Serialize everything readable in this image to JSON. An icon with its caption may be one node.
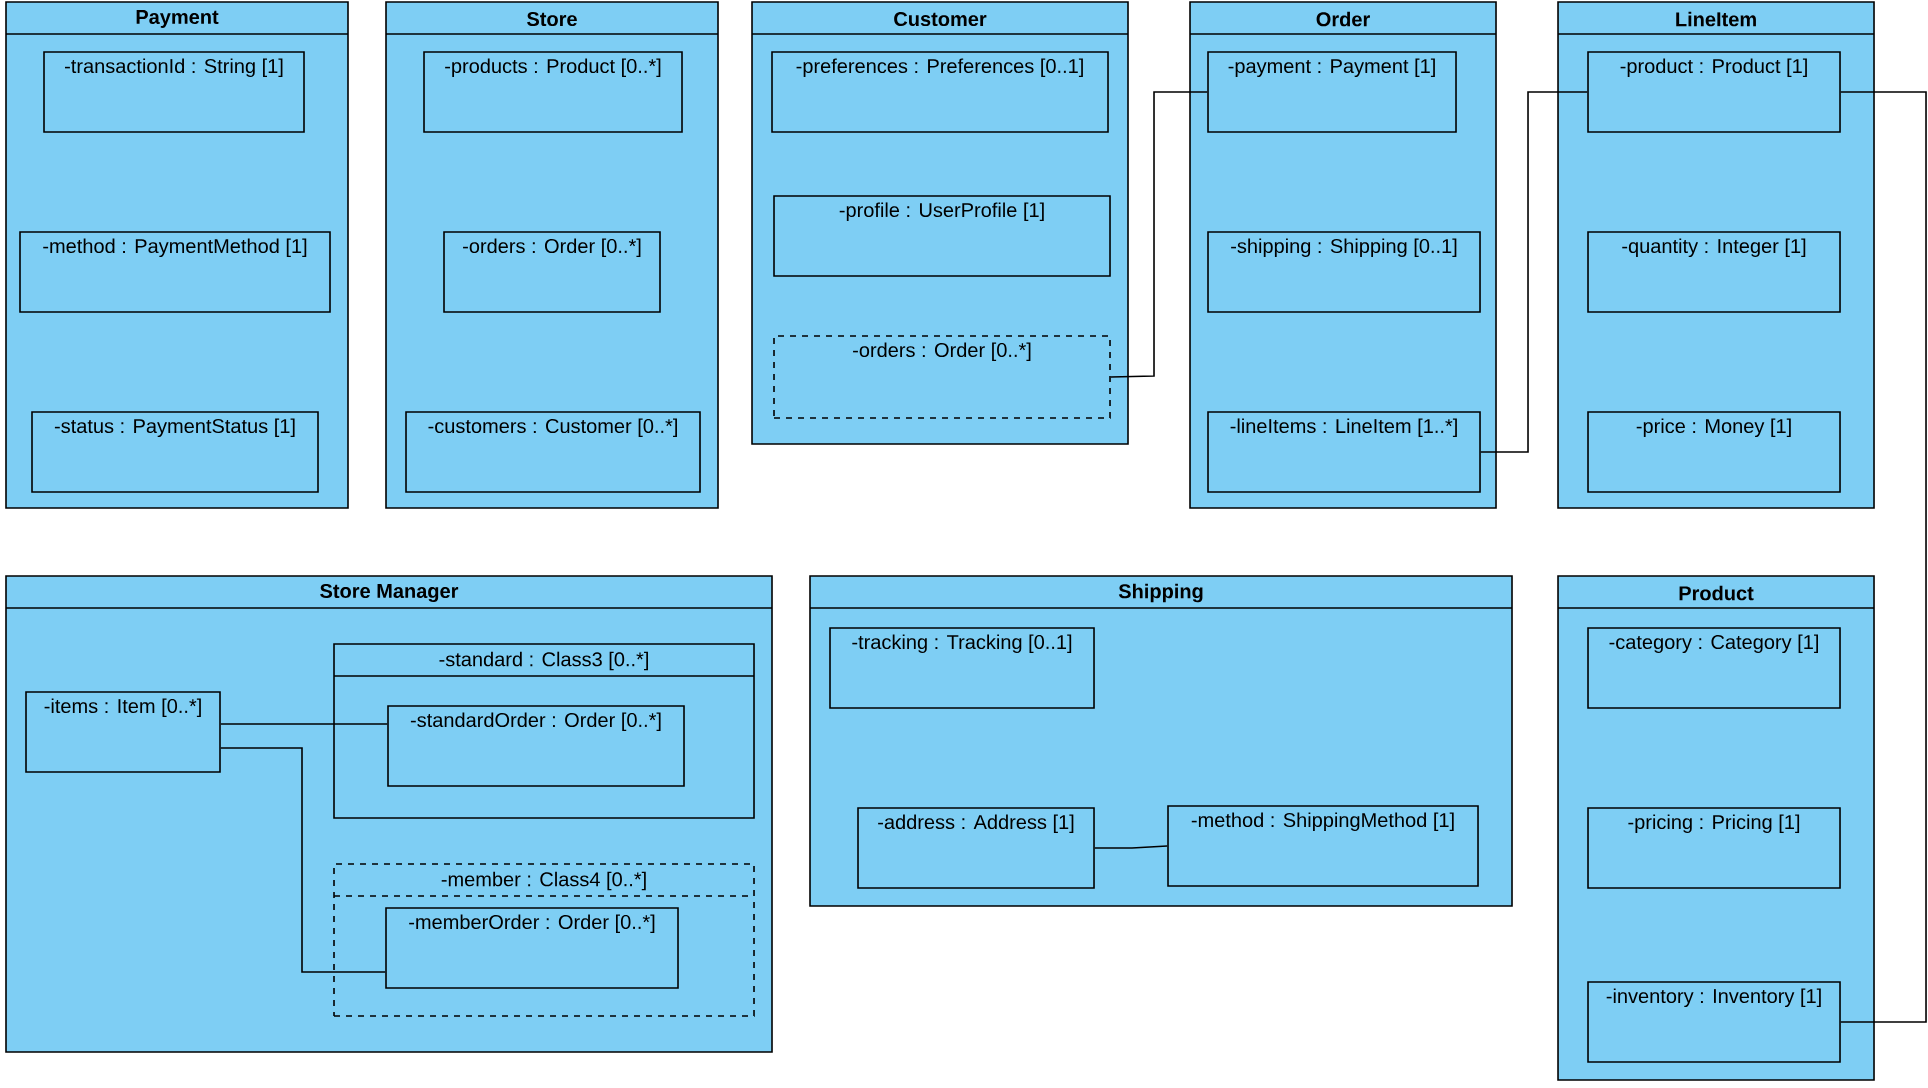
{
  "diagram": {
    "nodes": [
      {
        "text": [
          "Payment"
        ]
      },
      {
        "text": [
          "-transactionId : String [1]"
        ],
        "in": 0
      },
      {
        "text": [
          "-method : PaymentMethod [1]"
        ],
        "in": 0
      },
      {
        "text": [
          "-status : PaymentStatus [1]"
        ],
        "in": 0
      },
      {
        "text": [
          "Store"
        ]
      },
      {
        "text": [
          "-products : Product [0..*]"
        ],
        "in": 4
      },
      {
        "text": [
          "-orders : Order [0..*]"
        ],
        "in": 4
      },
      {
        "text": [
          "-customers : Customer [0..*]"
        ],
        "in": 4
      },
      {
        "text": [
          "Customer"
        ]
      },
      {
        "text": [
          "-preferences : Preferences [0..1]"
        ],
        "in": 8
      },
      {
        "text": [
          "-profile : UserProfile [1]"
        ],
        "in": 8
      },
      {
        "text": [
          "-orders : Order [0..*]"
        ],
        "in": 8
      },
      {
        "text": [
          "Order"
        ]
      },
      {
        "text": [
          "-payment : Payment [1]"
        ],
        "in": 12
      },
      {
        "text": [
          "-shipping : Shipping [0..1]"
        ],
        "in": 12
      },
      {
        "text": [
          "-lineItems : LineItem [1..*]"
        ],
        "in": 12
      },
      {
        "text": [
          "LineItem"
        ]
      },
      {
        "text": [
          "-product : Product [1]"
        ],
        "in": 16
      },
      {
        "text": [
          "-quantity : Integer [1]"
        ],
        "in": 16
      },
      {
        "text": [
          "-price : Money [1]"
        ],
        "in": 16
      },
      {
        "text": [
          "Store Manager"
        ]
      },
      {
        "text": [
          "-items : Item [0..*]"
        ],
        "in": 20
      },
      {
        "text": [
          "-standard : Class3 [0..*]"
        ],
        "in": 20
      },
      {
        "text": [
          "-standardOrder : Order [0..*]"
        ],
        "in": 22
      },
      {
        "text": [
          "-member : Class4 [0..*]"
        ],
        "in": 20
      },
      {
        "text": [
          "-memberOrder : Order [0..*]"
        ],
        "in": 24
      },
      {
        "text": [
          "Shipping"
        ]
      },
      {
        "text": [
          "-tracking : Tracking [0..1]"
        ],
        "in": 26
      },
      {
        "text": [
          "-address : Address [1]"
        ],
        "in": 26
      },
      {
        "text": [
          "-method : ShippingMethod [1]"
        ],
        "in": 26
      },
      {
        "text": [
          "Product"
        ]
      },
      {
        "text": [
          "-category : Category [1]"
        ],
        "in": 30
      },
      {
        "text": [
          "-pricing : Pricing [1]"
        ],
        "in": 30
      },
      {
        "text": [
          "-inventory : Inventory [1]"
        ],
        "in": 30
      }
    ],
    "edges": [
      {
        "from": 11,
        "to": 13,
        "arrow": "none"
      },
      {
        "from": 15,
        "to": 17,
        "arrow": "none"
      },
      {
        "from": 17,
        "to": 33,
        "arrow": "none"
      },
      {
        "from": 21,
        "to": 23,
        "arrow": "none"
      },
      {
        "from": 21,
        "to": 25,
        "arrow": "none"
      },
      {
        "from": 28,
        "to": 29,
        "arrow": "none"
      }
    ]
  }
}
